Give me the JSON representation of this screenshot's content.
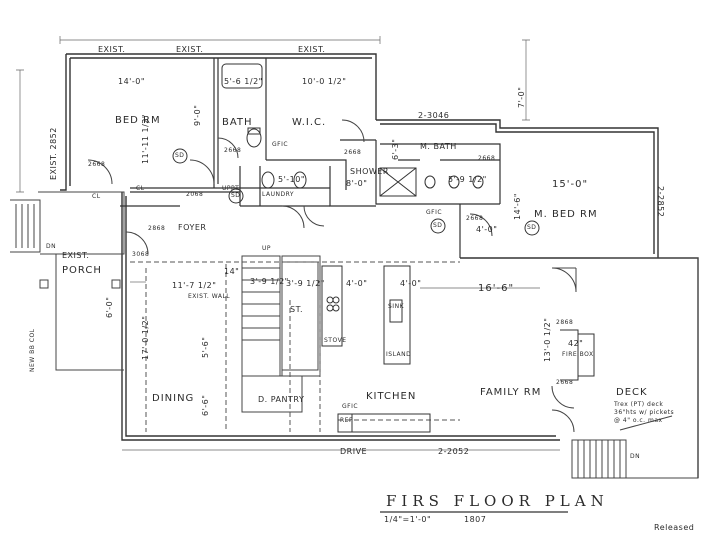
{
  "title": "FIRS FLOOR PLAN",
  "scale": "1/4\"=1'-0\"",
  "plan_number": "1807",
  "stamp": "Released",
  "rooms": {
    "bed_rm": "BED RM",
    "bath": "BATH",
    "wic": "W.I.C.",
    "m_bath": "M. BATH",
    "m_bed_rm": "M. BED RM",
    "foyer": "FOYER",
    "porch": "PORCH",
    "laundry": "LAUNDRY",
    "dining": "DINING",
    "kitchen": "KITCHEN",
    "family_rm": "FAMILY RM",
    "deck": "DECK",
    "island": "ISLAND",
    "shower": "SHOWER",
    "st": "ST.",
    "d_pantry": "D. PANTRY"
  },
  "notes": {
    "exist_top_left": "EXIST.",
    "exist_top_mid": "EXIST.",
    "exist_top_right": "EXIST.",
    "exist_porch": "EXIST.",
    "exist_wall": "EXIST. WALL",
    "exist_side": "EXIST. 2852",
    "window_2_3046": "2-3046",
    "window_2_2852": "2-2852",
    "window_2_2052": "2-2052",
    "drive": "DRIVE",
    "fire_box": "FIRE BOX",
    "new_bb_col": "NEW BB COL",
    "deck_note_1": "Trex (PT) deck",
    "deck_note_2": "36\"hts w/ pickets",
    "deck_note_3": "@ 4\" o.c. max",
    "up": "UP",
    "dn_porch": "DN",
    "dn_deck": "DN",
    "gfic_1": "GFIC",
    "gfic_2": "GFIC",
    "gfic_3": "GFIC",
    "stove": "STOVE",
    "sink": "SINK",
    "ref": "REF",
    "cl_1": "CL",
    "cl_2": "CL",
    "uppt": "UPPT"
  },
  "dims": {
    "bed_w": "14'-0\"",
    "bed_h": "11'-11 1/2\"",
    "bed_side": "9'-0\"",
    "bath_w": "5'-6 1/2\"",
    "wic_w": "10'-0 1/2\"",
    "mbath_h": "6'-3\"",
    "top_right": "7'-0\"",
    "mbed_w": "15'-0\"",
    "mbed_h": "14'-6\"",
    "family_w": "16'-6\"",
    "family_h": "13'-0 1/2\"",
    "dining_w": "11'-7 1/2\"",
    "dining_h": "17'-0 1/2\"",
    "d1": "5'-6\"",
    "d2": "6'-6\"",
    "st_w": "3'-9 1/2\"",
    "pantry_w": "3'-9 1/2\"",
    "island_gap": "4'-0\"",
    "island_w": "4'-0\"",
    "shower_w": "8'-0\"",
    "laundry_w": "5'-10\"",
    "fire_w": "42\"",
    "porch_h": "6'-0\"",
    "mbath_vanity": "5'-9 1/2\"",
    "closet_w": "4'-0\"",
    "d14": "14\"",
    "window_bottom": "2-2052"
  },
  "door_tags": [
    "2668",
    "2668",
    "2068",
    "2668",
    "2668",
    "2668",
    "3068",
    "2868",
    "2868",
    "2668"
  ],
  "circle_tags": [
    "SD",
    "SD",
    "SD",
    "SD"
  ]
}
